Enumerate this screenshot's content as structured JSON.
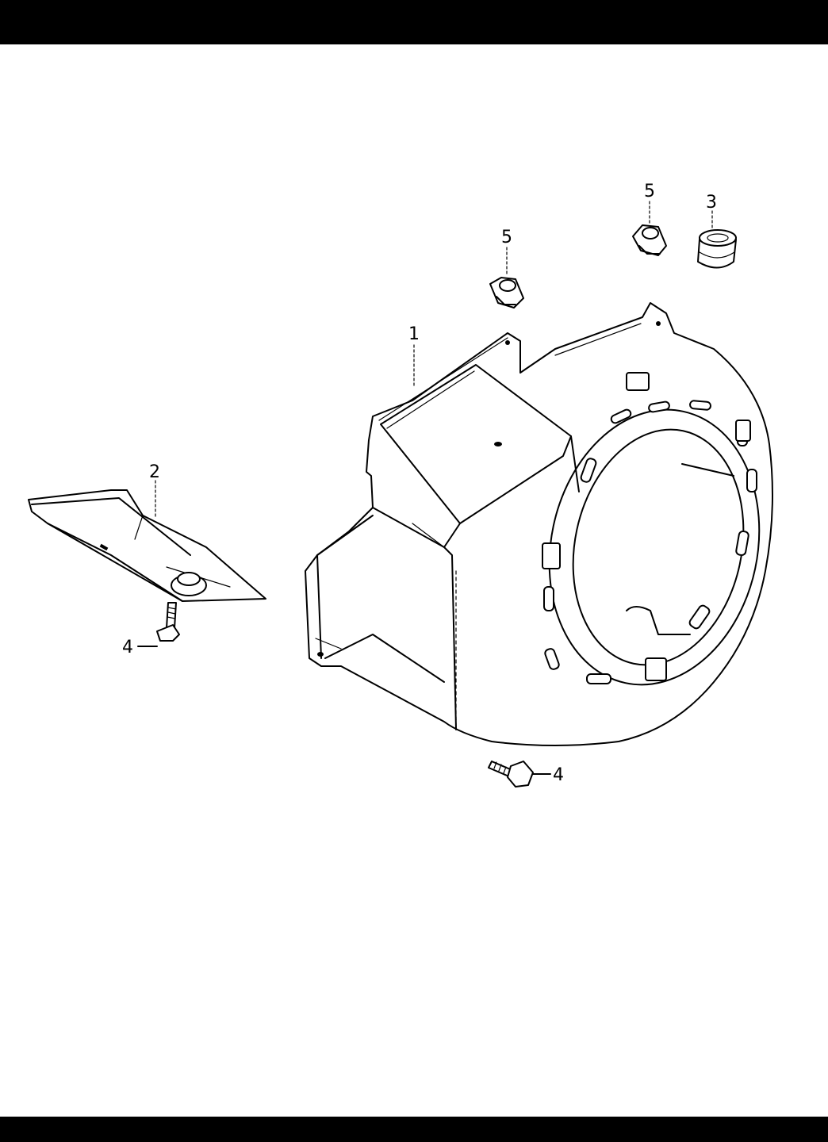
{
  "callouts": {
    "part1": "1",
    "part2": "2",
    "part3": "3",
    "part4_left": "4",
    "part4_bottom": "4",
    "part5_left": "5",
    "part5_right": "5"
  },
  "colors": {
    "background": "#ffffff",
    "ink": "#000000",
    "frame_bars": "#000000"
  }
}
